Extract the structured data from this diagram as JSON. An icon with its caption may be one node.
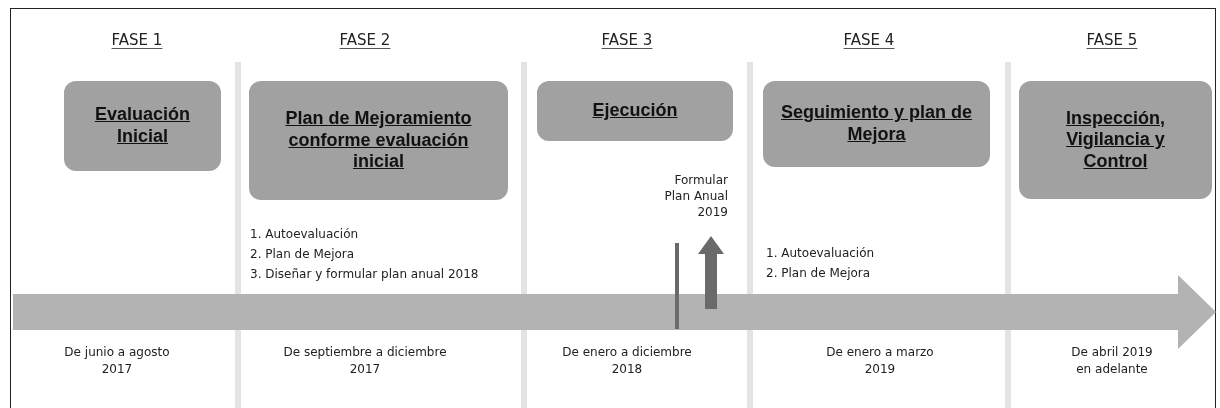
{
  "diagram": {
    "nodes": [
      {
        "text": [
          "Evaluación Inicial"
        ]
      },
      {
        "text": [
          "Plan de Mejoramiento conforme evaluación inicial"
        ]
      },
      {
        "text": [
          "Ejecución"
        ]
      },
      {
        "text": [
          "Seguimiento y plan de Mejora"
        ]
      },
      {
        "text": [
          "Inspección, Vigilancia y Control"
        ]
      },
      {
        "text": [
          "Formular Plan Anual 2019"
        ]
      }
    ],
    "edges": [
      {
        "from": null,
        "to": 5,
        "arrow": "to"
      }
    ],
    "labels": [
      "FASE 1",
      "FASE 2",
      "FASE 3",
      "FASE 4",
      "FASE 5",
      "1. Autoevaluación",
      "2. Plan de Mejora",
      "3. Diseñar y formular plan anual 2018",
      "1. Autoevaluación",
      "2. Plan de Mejora",
      "De junio a agosto 2017",
      "De septiembre a diciembre 2017",
      "De enero a diciembre 2018",
      "De enero a marzo 2019",
      "De abril 2019 en adelante"
    ]
  }
}
